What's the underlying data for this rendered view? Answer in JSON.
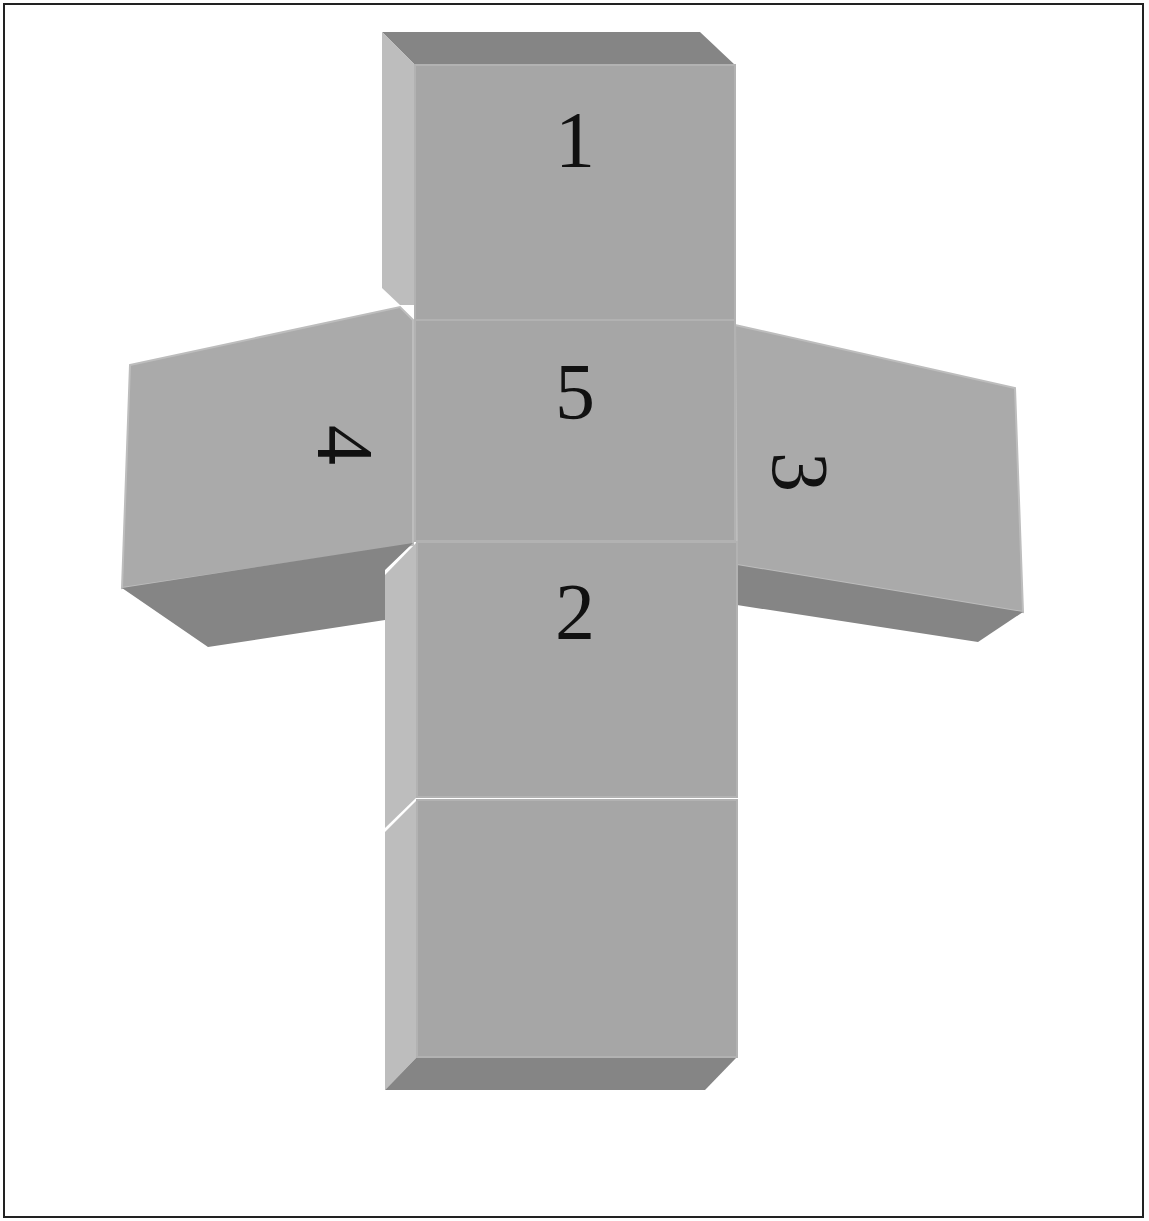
{
  "diagram": {
    "nodes": [
      {
        "text": [
          "1"
        ]
      },
      {
        "text": [
          "4"
        ]
      },
      {
        "text": [
          "5"
        ]
      },
      {
        "text": [
          "3"
        ]
      },
      {
        "text": [
          "2"
        ]
      }
    ]
  }
}
